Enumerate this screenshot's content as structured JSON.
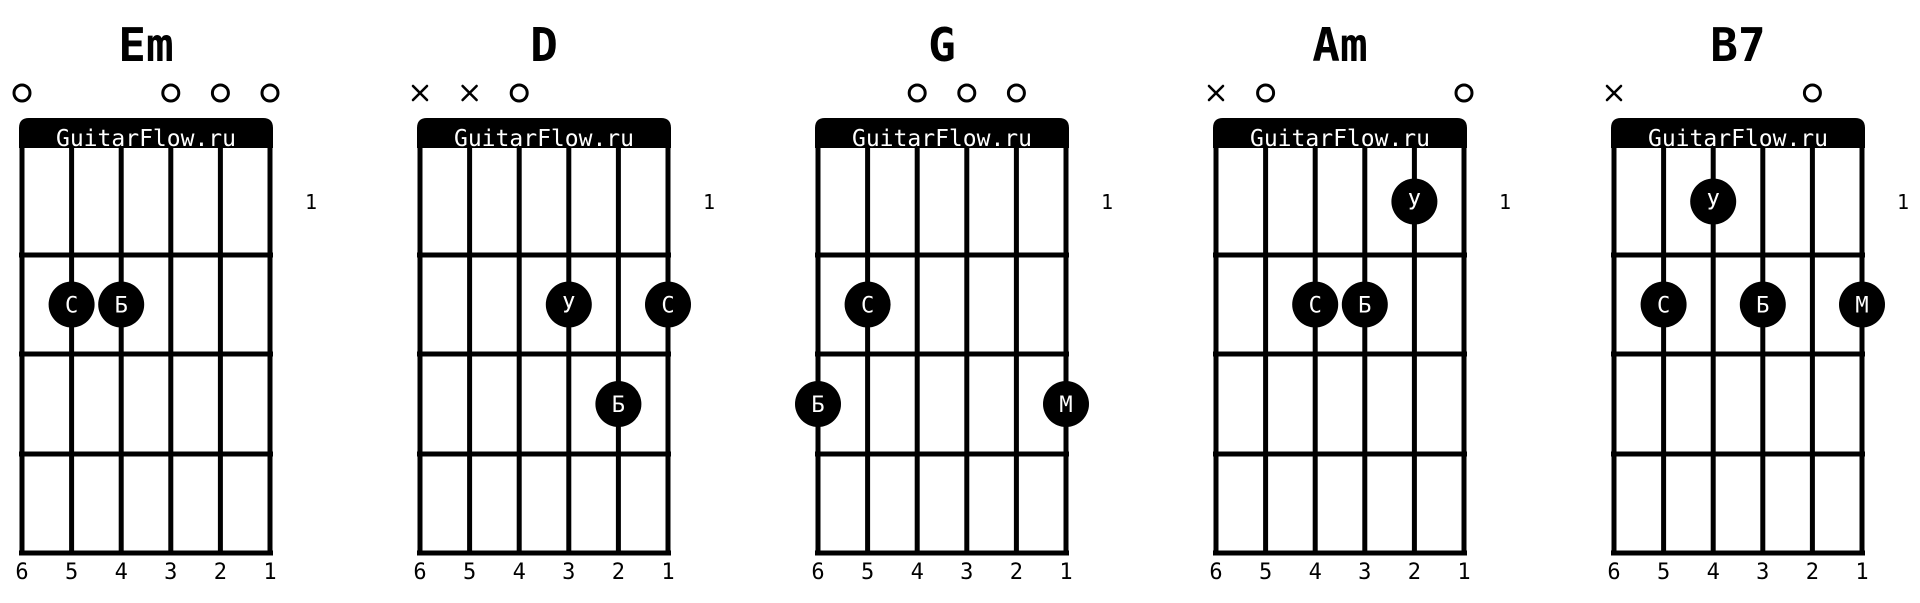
{
  "brand": "GuitarFlow.ru",
  "colors": {
    "ink": "#000000",
    "paper": "#ffffff"
  },
  "chords": [
    {
      "name": "Em",
      "start_fret": "1",
      "string_numbers": [
        "6",
        "5",
        "4",
        "3",
        "2",
        "1"
      ],
      "open_muted": [
        "open",
        "",
        "",
        "open",
        "open",
        "open"
      ],
      "fingers": [
        {
          "string": 5,
          "fret": 2,
          "label": "С"
        },
        {
          "string": 4,
          "fret": 2,
          "label": "Б"
        }
      ]
    },
    {
      "name": "D",
      "start_fret": "1",
      "string_numbers": [
        "6",
        "5",
        "4",
        "3",
        "2",
        "1"
      ],
      "open_muted": [
        "muted",
        "muted",
        "open",
        "",
        "",
        ""
      ],
      "fingers": [
        {
          "string": 3,
          "fret": 2,
          "label": "У"
        },
        {
          "string": 1,
          "fret": 2,
          "label": "С"
        },
        {
          "string": 2,
          "fret": 3,
          "label": "Б"
        }
      ]
    },
    {
      "name": "G",
      "start_fret": "1",
      "string_numbers": [
        "6",
        "5",
        "4",
        "3",
        "2",
        "1"
      ],
      "open_muted": [
        "",
        "",
        "open",
        "open",
        "open",
        ""
      ],
      "fingers": [
        {
          "string": 5,
          "fret": 2,
          "label": "С"
        },
        {
          "string": 6,
          "fret": 3,
          "label": "Б"
        },
        {
          "string": 1,
          "fret": 3,
          "label": "М"
        }
      ]
    },
    {
      "name": "Am",
      "start_fret": "1",
      "string_numbers": [
        "6",
        "5",
        "4",
        "3",
        "2",
        "1"
      ],
      "open_muted": [
        "muted",
        "open",
        "",
        "",
        "",
        "open"
      ],
      "fingers": [
        {
          "string": 2,
          "fret": 1,
          "label": "У"
        },
        {
          "string": 4,
          "fret": 2,
          "label": "С"
        },
        {
          "string": 3,
          "fret": 2,
          "label": "Б"
        }
      ]
    },
    {
      "name": "B7",
      "start_fret": "1",
      "string_numbers": [
        "6",
        "5",
        "4",
        "3",
        "2",
        "1"
      ],
      "open_muted": [
        "muted",
        "",
        "",
        "",
        "open",
        ""
      ],
      "fingers": [
        {
          "string": 4,
          "fret": 1,
          "label": "У"
        },
        {
          "string": 5,
          "fret": 2,
          "label": "С"
        },
        {
          "string": 3,
          "fret": 2,
          "label": "Б"
        },
        {
          "string": 1,
          "fret": 2,
          "label": "М"
        }
      ]
    }
  ]
}
